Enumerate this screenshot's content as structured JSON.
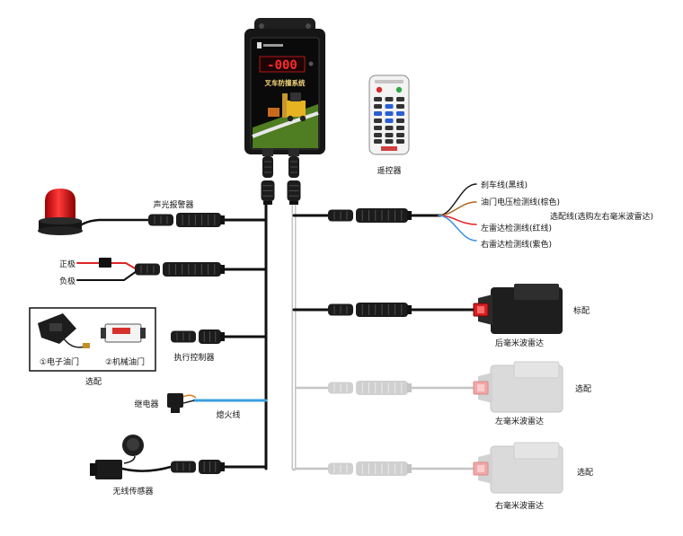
{
  "controller": {
    "display": "-000",
    "title": "叉车防撞系统"
  },
  "remote": {
    "label": "遥控器"
  },
  "alarm": {
    "label": "声光报警器"
  },
  "power": {
    "positive": "正极",
    "negative": "负极"
  },
  "throttle": {
    "electronic": "①电子油门",
    "mechanical": "②机械油门",
    "note": "选配"
  },
  "actuator": {
    "label": "执行控制器"
  },
  "relay": {
    "label": "继电器",
    "wire_label": "熄火线"
  },
  "sensor": {
    "label": "无线传感器"
  },
  "harness": {
    "wires": [
      {
        "label": "刹车线(黑线)",
        "color": "#1a1a1a"
      },
      {
        "label": "油门电压检测线(棕色)",
        "color": "#b0651e"
      },
      {
        "label": "左雷达检测线(红线)",
        "color": "#e02424"
      },
      {
        "label": "右雷达检测线(紫色)",
        "color": "#3f8fe0"
      }
    ],
    "option_note": "选配线(选购左右毫米波雷达)"
  },
  "radars": [
    {
      "label": "后毫米波雷达",
      "tag": "标配"
    },
    {
      "label": "左毫米波雷达",
      "tag": "选配"
    },
    {
      "label": "右毫米波雷达",
      "tag": "选配"
    }
  ],
  "colors": {
    "cable": "#111111",
    "optional_cable": "#c4c4c4",
    "kill_wire": "#3a9ee0",
    "positive_wire": "#e02424",
    "display_digits": "#ff2a2a"
  }
}
